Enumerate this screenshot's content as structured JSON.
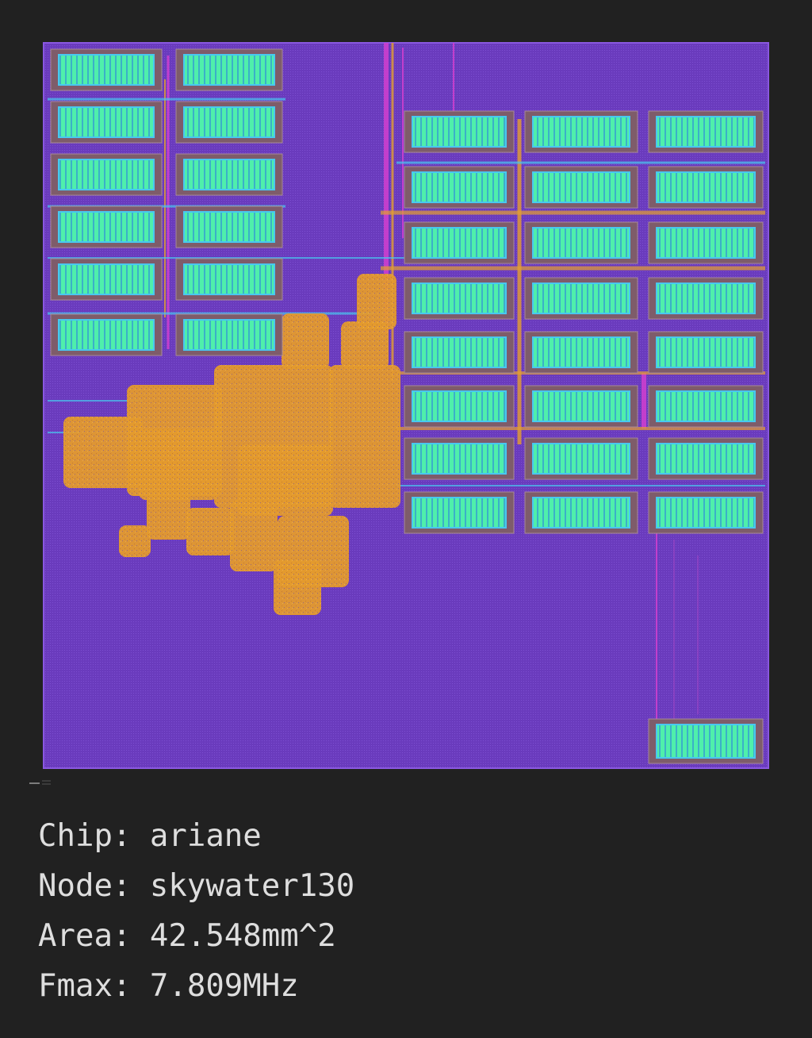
{
  "colors": {
    "background": "#212121",
    "die": "#6a3bbd",
    "die_border": "#8a58e0",
    "macro_frame": "#7e5c6a",
    "macro_fill": "#4fefab",
    "macro_stripe": "#3bb0c8",
    "macro_edge": "#48c8f0",
    "logic": "#e39a2e",
    "routing_magenta": "#d83fd0",
    "routing_orange": "#e5a030",
    "text": "#dedede"
  },
  "info": {
    "chip_label": "Chip:",
    "chip_value": "ariane",
    "node_label": "Node:",
    "node_value": "skywater130",
    "area_label": "Area:",
    "area_value": "42.548mm^2",
    "fmax_label": "Fmax:",
    "fmax_value": "7.809MHz"
  }
}
